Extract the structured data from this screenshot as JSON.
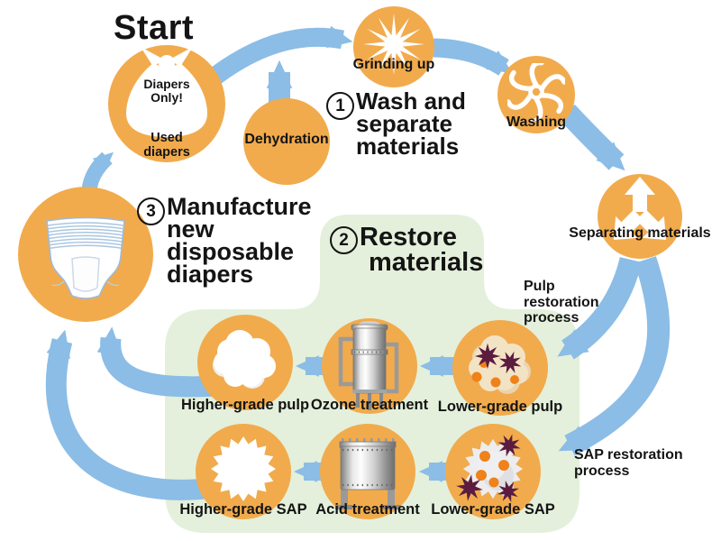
{
  "title": "Diaper recycling process diagram",
  "colors": {
    "circle_orange": "#F1AB4D",
    "arrow_blue": "#8BBDE6",
    "restore_green": "#E4F0DB",
    "text": "#141414",
    "contaminant_star": "#5B1C3F",
    "contaminant_dot": "#EF8218"
  },
  "start_label": "Start",
  "steps": {
    "step1": {
      "num": "1",
      "l1": "Wash and",
      "l2": "separate",
      "l3": "materials"
    },
    "step2": {
      "num": "2",
      "l1": "Restore",
      "l2": "materials"
    },
    "step3": {
      "num": "3",
      "l1": "Manufacture",
      "l2": "new",
      "l3": "disposable",
      "l4": "diapers"
    }
  },
  "nodes": {
    "used_diapers": {
      "bag_l1": "Diapers",
      "bag_l2": "Only!",
      "label_l1": "Used",
      "label_l2": "diapers"
    },
    "dehydration": {
      "label": "Dehydration"
    },
    "grinding": {
      "label": "Grinding up"
    },
    "washing": {
      "label": "Washing"
    },
    "separating": {
      "label": "Separating materials"
    },
    "higher_pulp": {
      "label": "Higher-grade pulp"
    },
    "ozone": {
      "label": "Ozone treatment"
    },
    "lower_pulp": {
      "label": "Lower-grade pulp"
    },
    "higher_sap": {
      "label": "Higher-grade SAP"
    },
    "acid": {
      "label": "Acid treatment"
    },
    "lower_sap": {
      "label": "Lower-grade SAP"
    }
  },
  "annotations": {
    "pulp_process": "Pulp restoration process",
    "sap_process": "SAP restoration process"
  },
  "icons": {
    "used_diapers": "trash-bag-icon",
    "grinding": "flower-burst-icon",
    "washing": "water-swirl-icon",
    "separating": "three-way-arrows-icon",
    "manufacture": "diaper-icon",
    "higher_pulp": "white-cloud-icon",
    "ozone": "treatment-tank-icon",
    "lower_pulp": "contaminated-cloud-icon",
    "higher_sap": "white-starburst-icon",
    "acid": "treatment-tank-icon",
    "lower_sap": "contaminated-starburst-icon"
  }
}
